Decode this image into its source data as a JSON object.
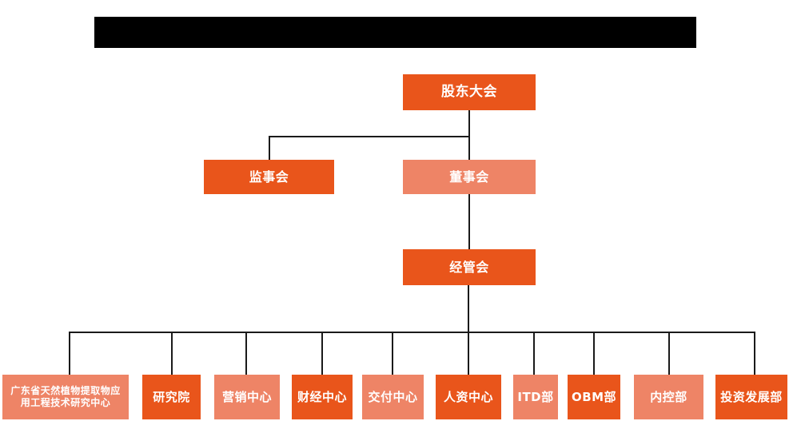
{
  "diagram": {
    "type": "organization-chart",
    "title_bar": {
      "label": "",
      "state": "redacted",
      "color": "#000000"
    },
    "colors": {
      "node_dark": "#e9551b",
      "node_light": "#ee8466",
      "connector": "#1a1a1a",
      "text": "#ffffff",
      "background": "#ffffff"
    },
    "nodes": {
      "shareholders_meeting": {
        "label": "股东大会",
        "tone": "dark"
      },
      "board_of_supervisors": {
        "label": "监事会",
        "tone": "dark"
      },
      "board_of_directors": {
        "label": "董事会",
        "tone": "light"
      },
      "management_committee": {
        "label": "经管会",
        "tone": "dark"
      }
    },
    "departments": [
      {
        "label": "广东省天然植物提取物应\n用工程技术研究中心",
        "tone": "light"
      },
      {
        "label": "研究院",
        "tone": "dark"
      },
      {
        "label": "营销中心",
        "tone": "light"
      },
      {
        "label": "财经中心",
        "tone": "dark"
      },
      {
        "label": "交付中心",
        "tone": "light"
      },
      {
        "label": "人资中心",
        "tone": "dark"
      },
      {
        "label": "ITD部",
        "tone": "light"
      },
      {
        "label": "OBM部",
        "tone": "dark"
      },
      {
        "label": "内控部",
        "tone": "light"
      },
      {
        "label": "投资发展部",
        "tone": "dark"
      }
    ]
  }
}
